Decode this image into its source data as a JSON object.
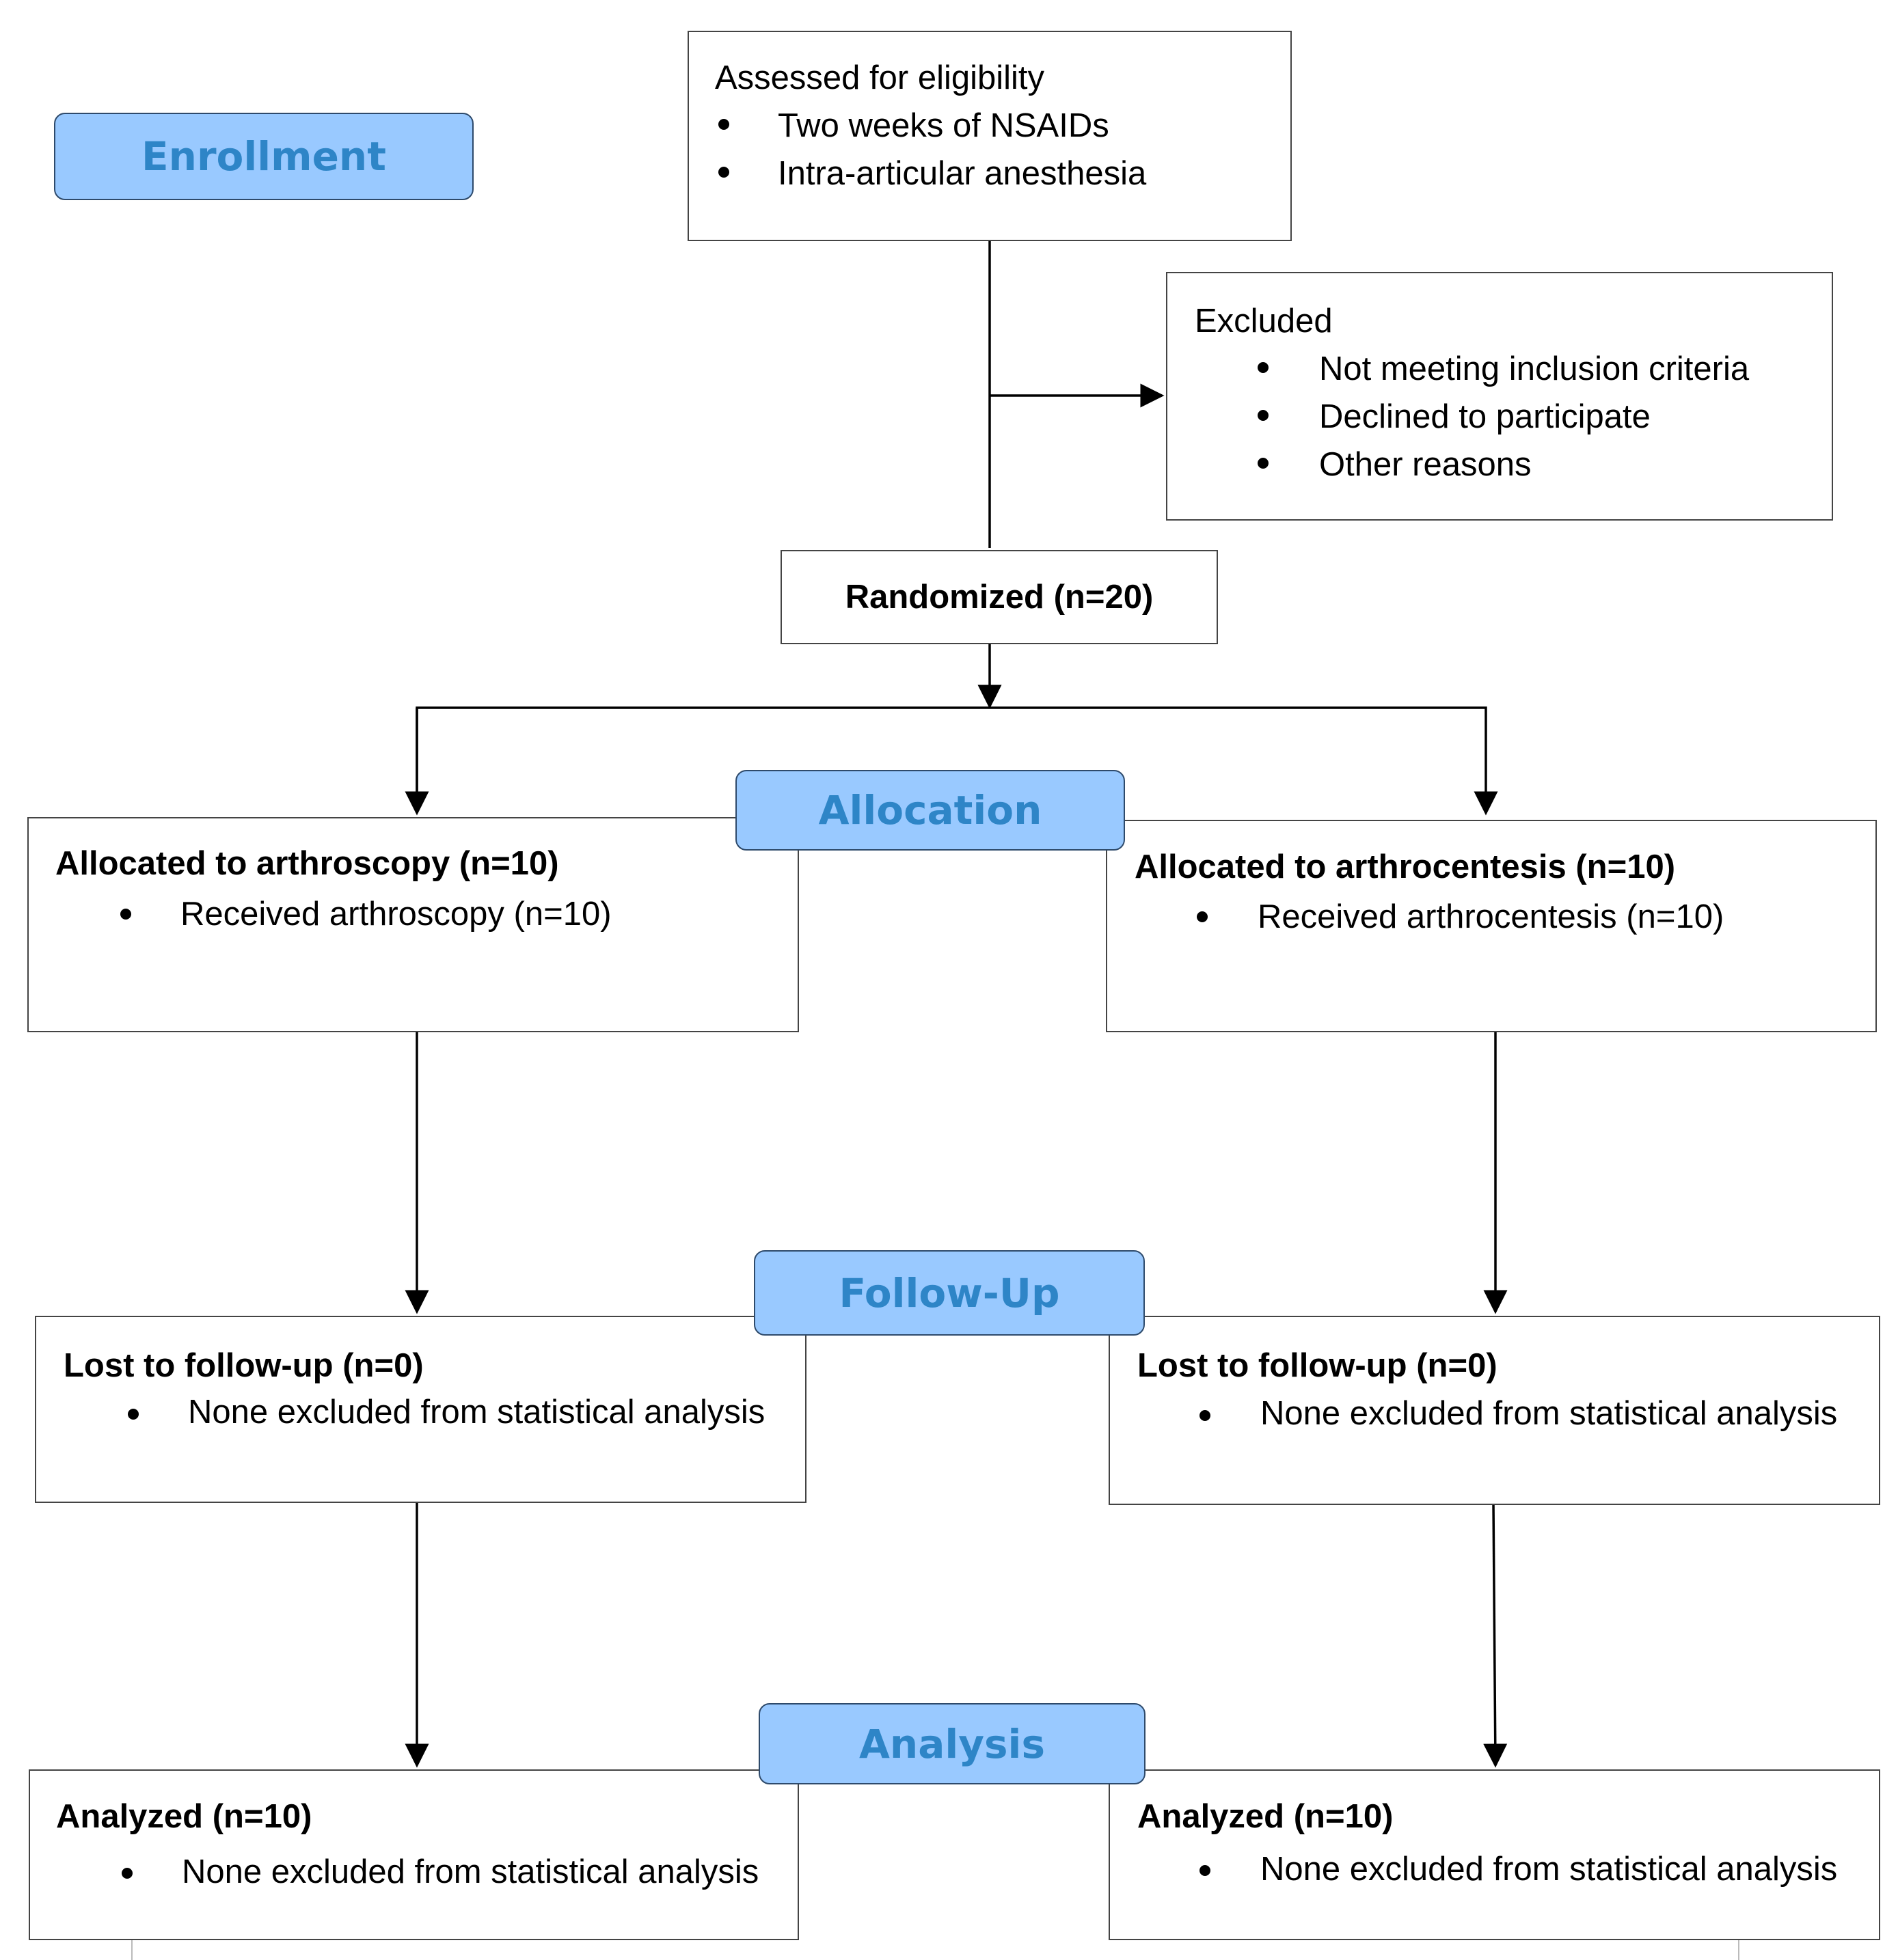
{
  "colors": {
    "stage_fill": "#99c9ff",
    "stage_text": "#2e85c7",
    "box_border": "#444444",
    "connector": "#000000"
  },
  "stages": {
    "enrollment": "Enrollment",
    "allocation": "Allocation",
    "follow_up": "Follow-Up",
    "analysis": "Analysis"
  },
  "assessed": {
    "title": "Assessed for eligibility",
    "bullets": [
      "Two weeks of NSAIDs",
      "Intra-articular anesthesia"
    ]
  },
  "excluded": {
    "title": "Excluded",
    "bullets": [
      "Not meeting inclusion criteria",
      "Declined to participate",
      "Other reasons"
    ]
  },
  "randomized": "Randomized (n=20)",
  "arms": {
    "left": {
      "allocated_title": "Allocated to arthroscopy (n=10)",
      "allocated_bullet": "Received arthroscopy (n=10)",
      "followup_title": "Lost to follow-up (n=0)",
      "followup_bullet": "None excluded from statistical analysis",
      "analyzed_title": "Analyzed (n=10)",
      "analyzed_bullet": "None excluded from statistical analysis"
    },
    "right": {
      "allocated_title": "Allocated to arthrocentesis (n=10)",
      "allocated_bullet": "Received arthrocentesis (n=10)",
      "followup_title": "Lost to follow-up (n=0)",
      "followup_bullet": "None excluded from statistical analysis",
      "analyzed_title": "Analyzed (n=10)",
      "analyzed_bullet": "None excluded from statistical analysis"
    }
  }
}
